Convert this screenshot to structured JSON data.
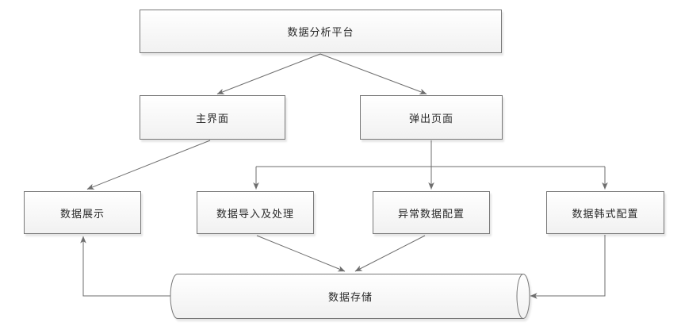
{
  "diagram": {
    "type": "flowchart",
    "colors": {
      "node_border": "#787878",
      "node_fill_top": "#ffffff",
      "node_fill_bottom": "#f1f1f1",
      "connector": "#6e6e6e",
      "text": "#2b2b2b",
      "background": "#ffffff"
    },
    "nodes": {
      "platform": {
        "label": "数据分析平台",
        "shape": "rectangle"
      },
      "main_ui": {
        "label": "主界面",
        "shape": "rectangle"
      },
      "popup": {
        "label": "弹出页面",
        "shape": "rectangle"
      },
      "display": {
        "label": "数据展示",
        "shape": "rectangle"
      },
      "import_process": {
        "label": "数据导入及处理",
        "shape": "rectangle"
      },
      "abnormal_config": {
        "label": "异常数据配置",
        "shape": "rectangle"
      },
      "format_config": {
        "label": "数据韩式配置",
        "shape": "rectangle"
      },
      "storage": {
        "label": "数据存储",
        "shape": "horizontal-cylinder"
      }
    },
    "edges": [
      {
        "from": "数据分析平台",
        "to": "主界面"
      },
      {
        "from": "数据分析平台",
        "to": "弹出页面"
      },
      {
        "from": "主界面",
        "to": "数据展示"
      },
      {
        "from": "弹出页面",
        "to": "数据导入及处理"
      },
      {
        "from": "弹出页面",
        "to": "异常数据配置"
      },
      {
        "from": "弹出页面",
        "to": "数据韩式配置"
      },
      {
        "from": "数据导入及处理",
        "to": "数据存储"
      },
      {
        "from": "异常数据配置",
        "to": "数据存储"
      },
      {
        "from": "数据韩式配置",
        "to": "数据存储"
      },
      {
        "from": "数据存储",
        "to": "数据展示"
      }
    ]
  }
}
